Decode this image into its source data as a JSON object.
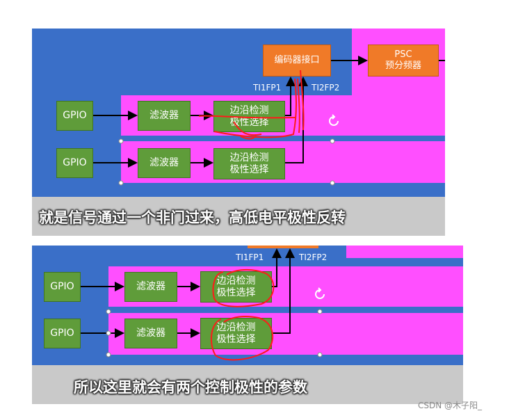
{
  "top": {
    "gpio_1": "GPIO",
    "gpio_2": "GPIO",
    "filter_1": "滤波器",
    "filter_2": "滤波器",
    "edge_1": "边沿检测\n极性选择",
    "edge_2": "边沿检测\n极性选择",
    "encoder": "编码器接口",
    "psc": "PSC\n预分频器",
    "ti1fp1": "TI1FP1",
    "ti2fp2": "TI2FP2",
    "subtitle": "就是信号通过一个非门过来，高低电平极性反转"
  },
  "bottom": {
    "gpio_1": "GPIO",
    "gpio_2": "GPIO",
    "filter_1": "滤波器",
    "filter_2": "滤波器",
    "edge_1": "边沿检测\n极性选择",
    "edge_2": "边沿检测\n极性选择",
    "ti1fp1": "TI1FP1",
    "ti2fp2": "TI2FP2",
    "subtitle": "所以这里就会有两个控制极性的参数"
  },
  "watermark": "CSDN @木子阳_",
  "colors": {
    "background_blue": "#3a6fc8",
    "channel_pink": "#ff4fff",
    "block_green": "#5f9c3a",
    "block_orange": "#f07a28",
    "annotation_red": "#ff1a1a"
  }
}
